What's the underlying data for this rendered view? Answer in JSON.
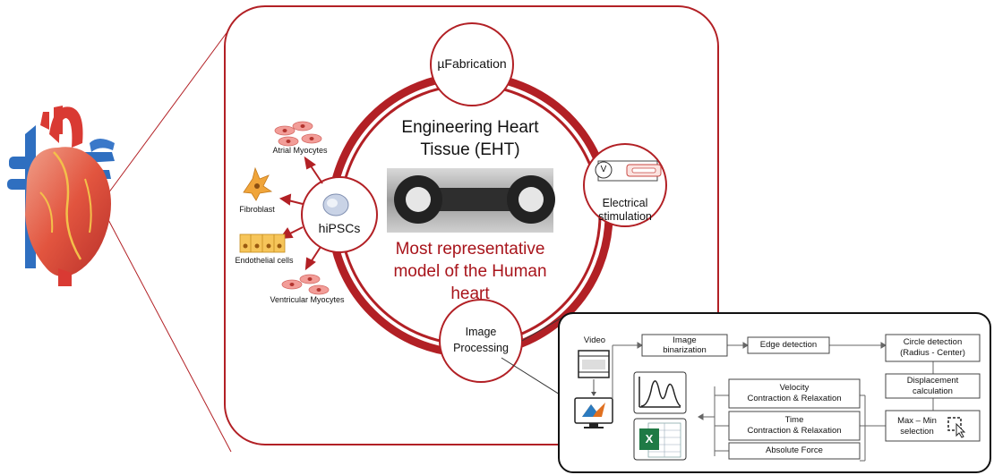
{
  "center": {
    "title": "Engineering Heart Tissue (EHT)",
    "subtitle_line1": "Most representative",
    "subtitle_line2": "model of the Human",
    "subtitle_line3": "heart"
  },
  "nodes": {
    "fabrication": "µFabrication",
    "stimulation_line1": "Electrical",
    "stimulation_line2": "stimulation",
    "voltmeter": "V",
    "hipsc": "hiPSCs",
    "processing_line1": "Image",
    "processing_line2": "Processing"
  },
  "cells": {
    "atrial": "Atrial Myocytes",
    "fibroblast": "Fibroblast",
    "endothelial": "Endothelial cells",
    "ventricular": "Ventricular Myocytes"
  },
  "pipeline": {
    "video": "Video",
    "binarization_line1": "Image",
    "binarization_line2": "binarization",
    "edge": "Edge detection",
    "circle_line1": "Circle detection",
    "circle_line2": "(Radius - Center)",
    "displacement_line1": "Displacement",
    "displacement_line2": "calculation",
    "maxmin_line1": "Max – Min",
    "maxmin_line2": "selection",
    "velocity_line1": "Velocity",
    "velocity_line2": "Contraction & Relaxation",
    "time_line1": "Time",
    "time_line2": "Contraction & Relaxation",
    "force": "Absolute Force",
    "excel_letter": "X"
  },
  "colors": {
    "accent_red": "#b22025",
    "text_red": "#a8141b"
  }
}
